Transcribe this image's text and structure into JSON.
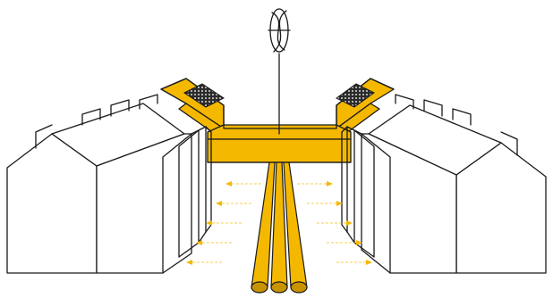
{
  "diagram": {
    "colors": {
      "accent": "#f5b800",
      "accent_dark": "#c99300",
      "line": "#1a1a1a",
      "background": "#ffffff"
    },
    "left_arrows": 5,
    "right_arrows": 5,
    "pipes": 3,
    "icons": [
      "wind-turbine-icon",
      "solar-panel-icon",
      "airflow-arrow-icon"
    ]
  }
}
